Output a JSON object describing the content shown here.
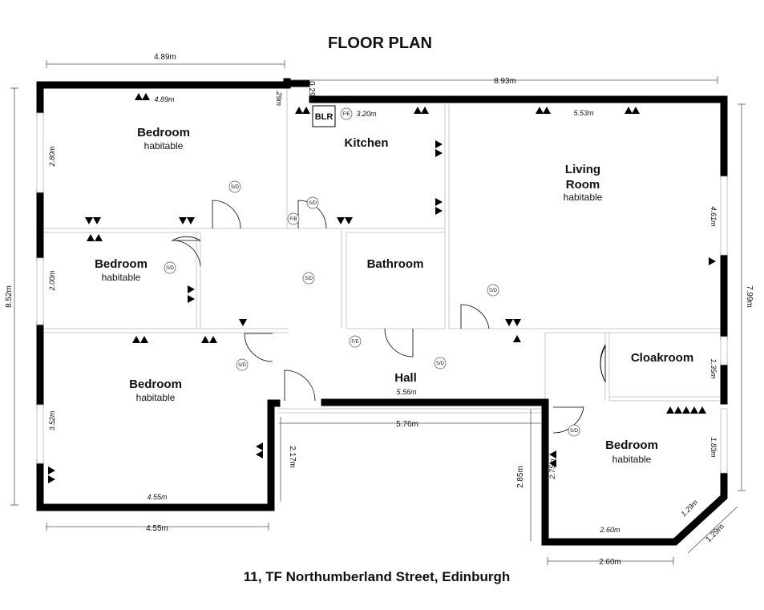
{
  "title": "FLOOR PLAN",
  "address": "11, TF Northumberland Street, Edinburgh",
  "rooms": {
    "bedroom1": {
      "name": "Bedroom",
      "sub": "habitable",
      "dim_w": "4.89m",
      "dim_h": "2.80m"
    },
    "kitchen": {
      "name": "Kitchen",
      "dim_w": "3.20m",
      "dim_top": ".29m"
    },
    "living": {
      "name_line1": "Living",
      "name_line2": "Room",
      "sub": "habitable",
      "dim_w": "5.53m",
      "dim_h": "4.61m"
    },
    "bedroom2": {
      "name": "Bedroom",
      "sub": "habitable",
      "dim_h": "2.00m"
    },
    "bathroom": {
      "name": "Bathroom"
    },
    "bedroom3": {
      "name": "Bedroom",
      "sub": "habitable",
      "dim_w": "4.55m",
      "dim_h": "3.52m",
      "dim_side": "2.17m"
    },
    "hall": {
      "name": "Hall",
      "dim_w": "5.56m"
    },
    "cloakroom": {
      "name": "Cloakroom",
      "dim_h": "1.35m"
    },
    "bedroom4": {
      "name": "Bedroom",
      "sub": "habitable",
      "dim_w": "2.60m",
      "dim_h": "1.83m",
      "dim_diag": "1.29m",
      "dim_side": "2.75m"
    }
  },
  "dimensions": {
    "top_left": "4.89m",
    "top_right": "8.93m",
    "top_small": "0.29m",
    "left": "8.52m",
    "right": "7.99m",
    "bottom_left": "4.55m",
    "mid_bottom": "5.76m",
    "bedroom3_side": "2.17m",
    "bedroom4_side": "2.85m",
    "bottom_right": "2.60m",
    "diag": "1.29m"
  },
  "labels": {
    "boiler": "BLR",
    "smoke": "S/D",
    "fire_ext": "F/E",
    "fire_blanket": "F/B"
  }
}
